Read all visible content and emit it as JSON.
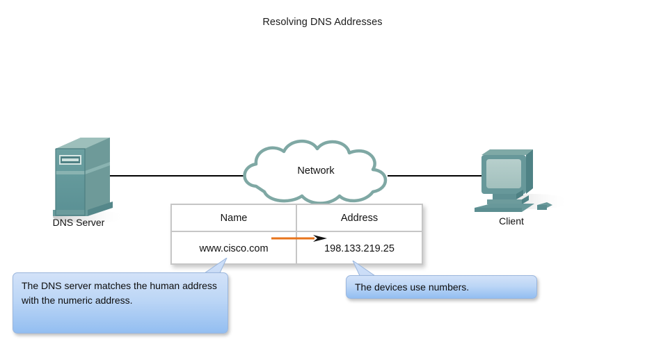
{
  "title": "Resolving DNS Addresses",
  "nodes": {
    "server": {
      "label": "DNS Server",
      "icon": "server-icon"
    },
    "cloud": {
      "label": "Network",
      "icon": "network-cloud-icon"
    },
    "client": {
      "label": "Client",
      "icon": "desktop-computer-icon"
    }
  },
  "lookup_table": {
    "headers": [
      "Name",
      "Address"
    ],
    "rows": [
      {
        "name": "www.cisco.com",
        "address": "198.133.219.25"
      }
    ],
    "arrow": {
      "name": "mapping-arrow",
      "direction": "right"
    }
  },
  "callouts": [
    {
      "id": "left",
      "text": "The DNS server matches the human address with the numeric address."
    },
    {
      "id": "right",
      "text": "The devices use numbers."
    }
  ],
  "colors": {
    "device_teal": "#5f9699",
    "device_teal_dark": "#3f6f74",
    "device_teal_light": "#8fb6b4",
    "cloud_outline": "#7fa8a4",
    "arrow_orange": "#e8741c",
    "callout_blue_top": "#d3e2f8",
    "callout_blue_bottom": "#93bef1",
    "table_border": "#c6c6c6",
    "wire_black": "#000000"
  }
}
